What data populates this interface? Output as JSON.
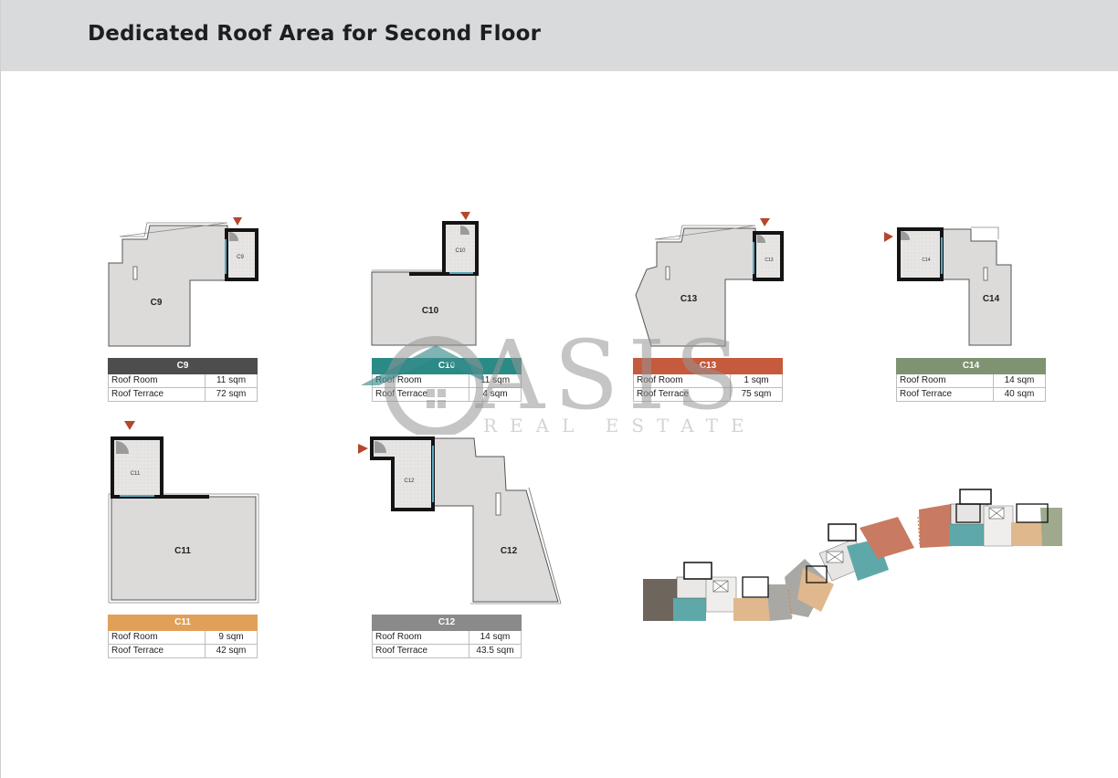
{
  "title": "Dedicated Roof Area for Second Floor",
  "colors": {
    "header_bg": "#d9dadc",
    "C9": "#4d4d4d",
    "C10": "#2a8a86",
    "C11": "#e0a05a",
    "C12": "#8a8a8a",
    "C13": "#c65a3c",
    "C14": "#7f9372",
    "floor": "#dcdbda",
    "wall": "#141414",
    "entry_marker": "#b5472c"
  },
  "watermark": {
    "word": "ASIS",
    "sub": "REAL ESTATE"
  },
  "units": [
    {
      "id": "C9",
      "room_tag": "C9",
      "rows": [
        {
          "label": "Roof Room",
          "value": "11 sqm"
        },
        {
          "label": "Roof Terrace",
          "value": "72 sqm"
        }
      ]
    },
    {
      "id": "C10",
      "room_tag": "C10",
      "rows": [
        {
          "label": "Roof Room",
          "value": "11 sqm"
        },
        {
          "label": "Roof Terrace",
          "value": "4  sqm"
        }
      ]
    },
    {
      "id": "C13",
      "room_tag": "C13",
      "rows": [
        {
          "label": "Roof Room",
          "value": "1  sqm"
        },
        {
          "label": "Roof Terrace",
          "value": "75 sqm"
        }
      ]
    },
    {
      "id": "C14",
      "room_tag": "C14",
      "rows": [
        {
          "label": "Roof Room",
          "value": "14 sqm"
        },
        {
          "label": "Roof Terrace",
          "value": "40 sqm"
        }
      ]
    },
    {
      "id": "C11",
      "room_tag": "C11",
      "rows": [
        {
          "label": "Roof Room",
          "value": "9 sqm"
        },
        {
          "label": "Roof Terrace",
          "value": "42 sqm"
        }
      ]
    },
    {
      "id": "C12",
      "room_tag": "C12",
      "rows": [
        {
          "label": "Roof Room",
          "value": "14  sqm"
        },
        {
          "label": "Roof Terrace",
          "value": "43.5 sqm"
        }
      ]
    }
  ]
}
